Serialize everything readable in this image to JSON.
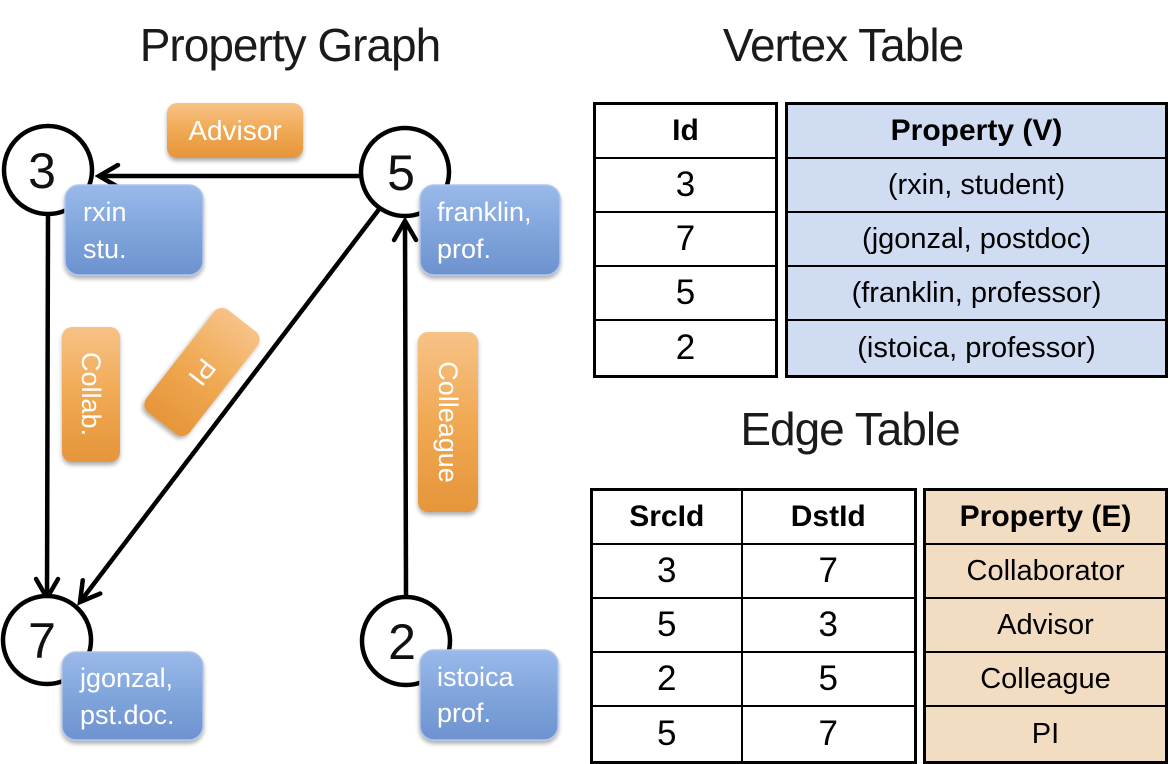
{
  "titles": {
    "graph": "Property Graph",
    "vertex_table": "Vertex Table",
    "edge_table": "Edge Table"
  },
  "graph": {
    "nodes": [
      {
        "id": "3",
        "property_lines": [
          "rxin",
          "stu."
        ]
      },
      {
        "id": "5",
        "property_lines": [
          "franklin,",
          "prof."
        ]
      },
      {
        "id": "7",
        "property_lines": [
          "jgonzal,",
          "pst.doc."
        ]
      },
      {
        "id": "2",
        "property_lines": [
          "istoica",
          "prof."
        ]
      }
    ],
    "edge_labels": {
      "advisor": "Advisor",
      "collab": "Collab.",
      "pi": "PI",
      "colleague": "Colleague"
    },
    "edges": [
      {
        "from": "5",
        "to": "3",
        "label": "Advisor"
      },
      {
        "from": "3",
        "to": "7",
        "label": "Collab."
      },
      {
        "from": "5",
        "to": "7",
        "label": "PI"
      },
      {
        "from": "2",
        "to": "5",
        "label": "Colleague"
      }
    ]
  },
  "vertex_table": {
    "columns": {
      "id": "Id",
      "property": "Property (V)"
    },
    "rows": [
      {
        "id": "3",
        "property": "(rxin, student)"
      },
      {
        "id": "7",
        "property": "(jgonzal, postdoc)"
      },
      {
        "id": "5",
        "property": "(franklin, professor)"
      },
      {
        "id": "2",
        "property": "(istoica, professor)"
      }
    ]
  },
  "edge_table": {
    "columns": {
      "src": "SrcId",
      "dst": "DstId",
      "property": "Property (E)"
    },
    "rows": [
      {
        "src": "3",
        "dst": "7",
        "property": "Collaborator"
      },
      {
        "src": "5",
        "dst": "3",
        "property": "Advisor"
      },
      {
        "src": "2",
        "dst": "5",
        "property": "Colleague"
      },
      {
        "src": "5",
        "dst": "7",
        "property": "PI"
      }
    ]
  },
  "colors": {
    "edge_label_orange": "#f0a953",
    "vertex_box_blue": "#7fa3d9",
    "vertex_cell_blue": "#d0dcf2",
    "edge_cell_tan": "#f2dcc2",
    "line_black": "#000000"
  }
}
